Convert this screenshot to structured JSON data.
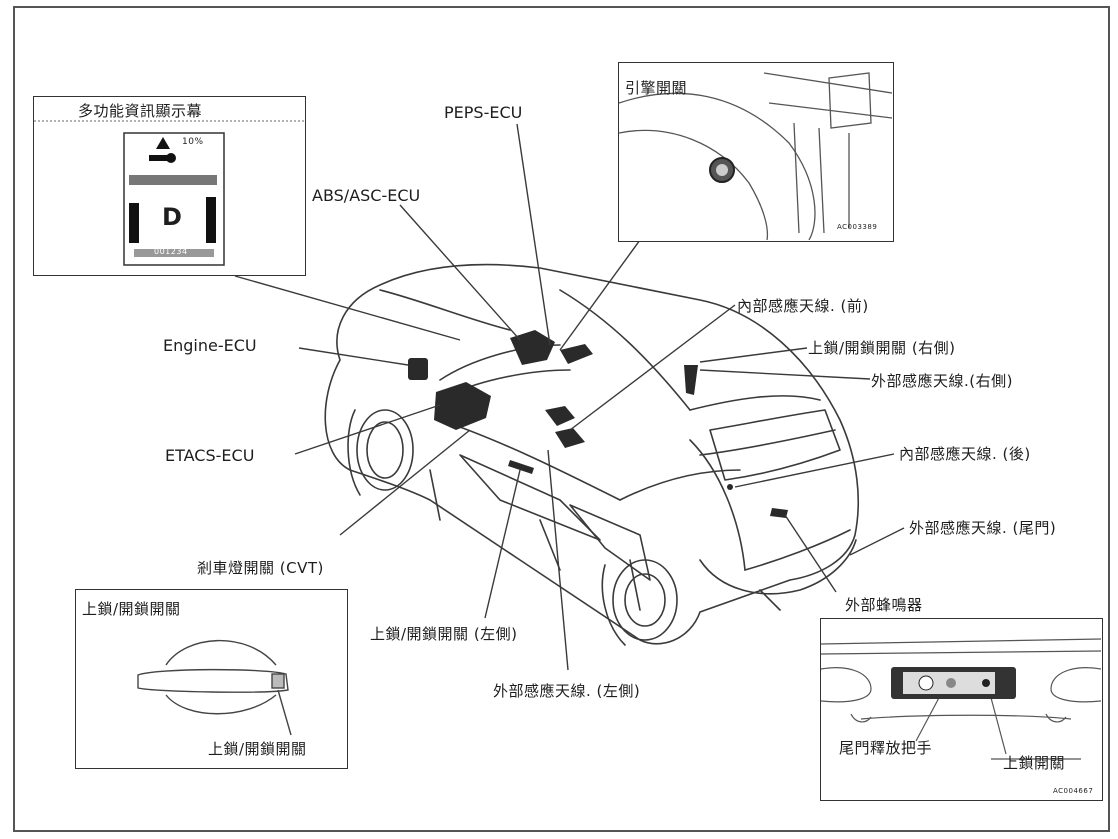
{
  "labels": {
    "peps_ecu": "PEPS-ECU",
    "abs_asc_ecu": "ABS/ASC-ECU",
    "engine_ecu": "Engine-ECU",
    "etacs_ecu": "ETACS-ECU",
    "brake_switch": "剎車燈開關 (CVT)",
    "lock_switch_left": "上鎖/開鎖開關 (左側)",
    "ext_antenna_left": "外部感應天線. (左側)",
    "int_antenna_front": "內部感應天線. (前)",
    "lock_switch_right": "上鎖/開鎖開關 (右側)",
    "ext_antenna_right": "外部感應天線.(右側)",
    "int_antenna_rear": "內部感應天線. (後)",
    "ext_antenna_tailgate": "外部感應天線. (尾門)",
    "ext_buzzer": "外部蜂鳴器"
  },
  "insets": {
    "display": {
      "title": "多功能資訊顯示幕",
      "gear": "D",
      "percent": "10%",
      "odo": "001234"
    },
    "engine_switch": {
      "title": "引擎開關",
      "code": "AC003389"
    },
    "door_handle": {
      "title": "上鎖/開鎖開關",
      "callout": "上鎖/開鎖開關"
    },
    "tailgate": {
      "callout_left": "尾門釋放把手",
      "callout_right": "上鎖開關",
      "code": "AC004667"
    }
  }
}
